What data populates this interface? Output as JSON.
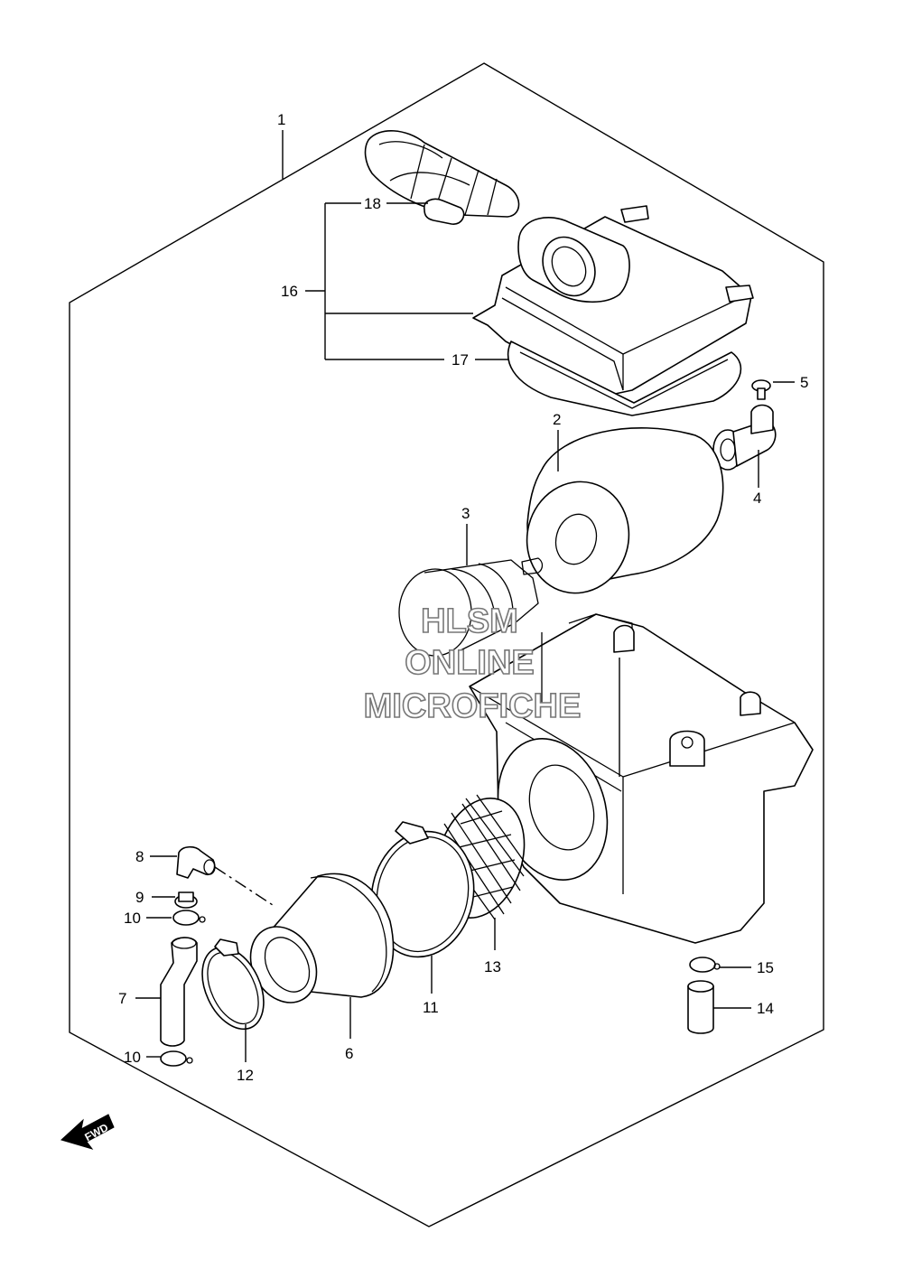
{
  "callouts": {
    "c1": "1",
    "c2": "2",
    "c3": "3",
    "c4": "4",
    "c5": "5",
    "c6": "6",
    "c7": "7",
    "c8": "8",
    "c9": "9",
    "c10a": "10",
    "c10b": "10",
    "c11": "11",
    "c12": "12",
    "c13": "13",
    "c14": "14",
    "c15": "15",
    "c16": "16",
    "c17": "17",
    "c18": "18"
  },
  "watermark": {
    "line1": "HLSM",
    "line2": "ONLINE",
    "line3": "MICROFICHE"
  },
  "fwd_arrow": {
    "label": "FWD"
  }
}
